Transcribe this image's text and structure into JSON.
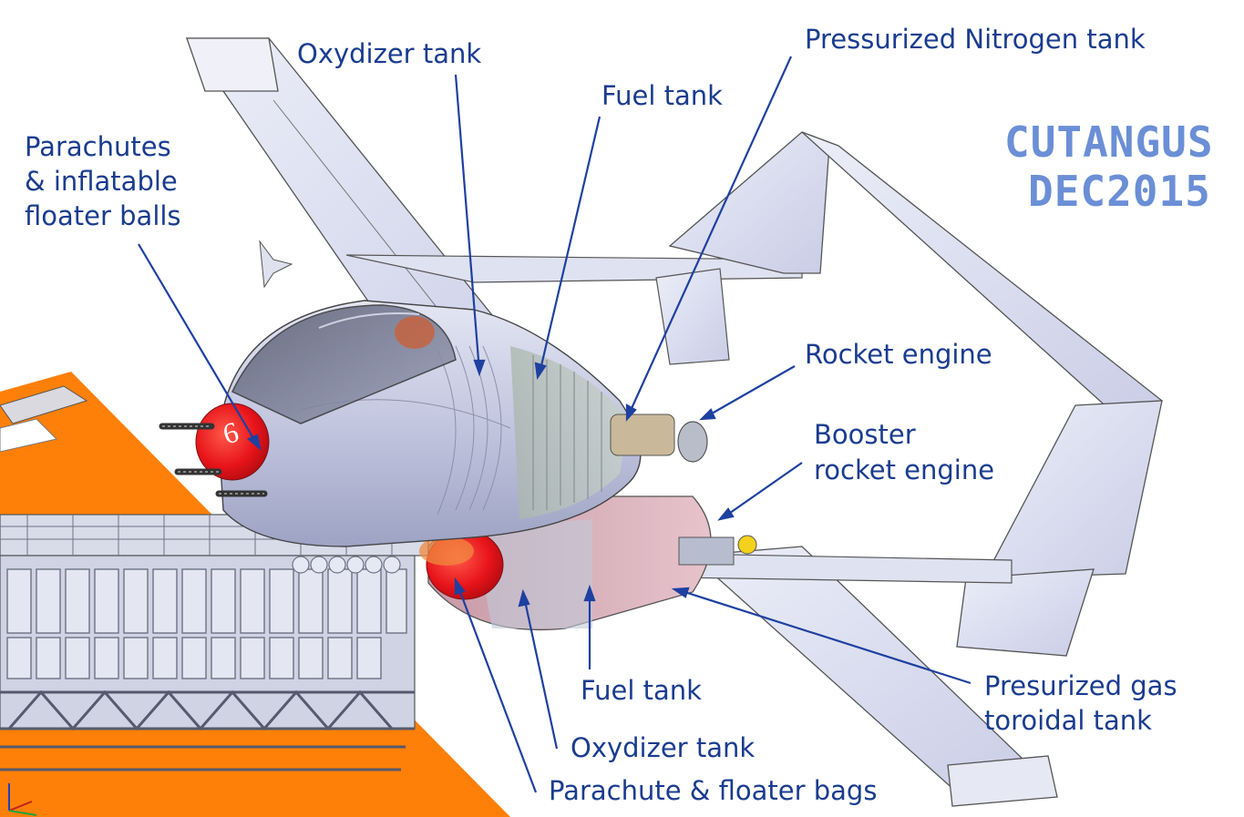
{
  "labels": {
    "oxidizer_top": "Oxydizer tank",
    "nitrogen": "Pressurized Nitrogen tank",
    "fuel_top": "Fuel tank",
    "parachutes_1": "Parachutes",
    "parachutes_2": "& inflatable",
    "parachutes_3": "floater balls",
    "rocket_engine": "Rocket engine",
    "booster_1": "Booster",
    "booster_2": "rocket engine",
    "fuel_bottom": "Fuel tank",
    "gas_1": "Presurized gas",
    "gas_2": "toroidal tank",
    "oxidizer_bottom": "Oxydizer tank",
    "parachute_bags": "Parachute & floater bags"
  },
  "watermark": {
    "line1": "CUTANGUS",
    "line2": "DEC2015"
  },
  "nose_marking": "6",
  "colors": {
    "label_text": "#1a3c8f",
    "leader_line": "#1e40a0",
    "watermark": "#6b8fd6",
    "hull": "#c7cbe3",
    "platform": "#ff8008",
    "nose_red": "#e8141a"
  }
}
